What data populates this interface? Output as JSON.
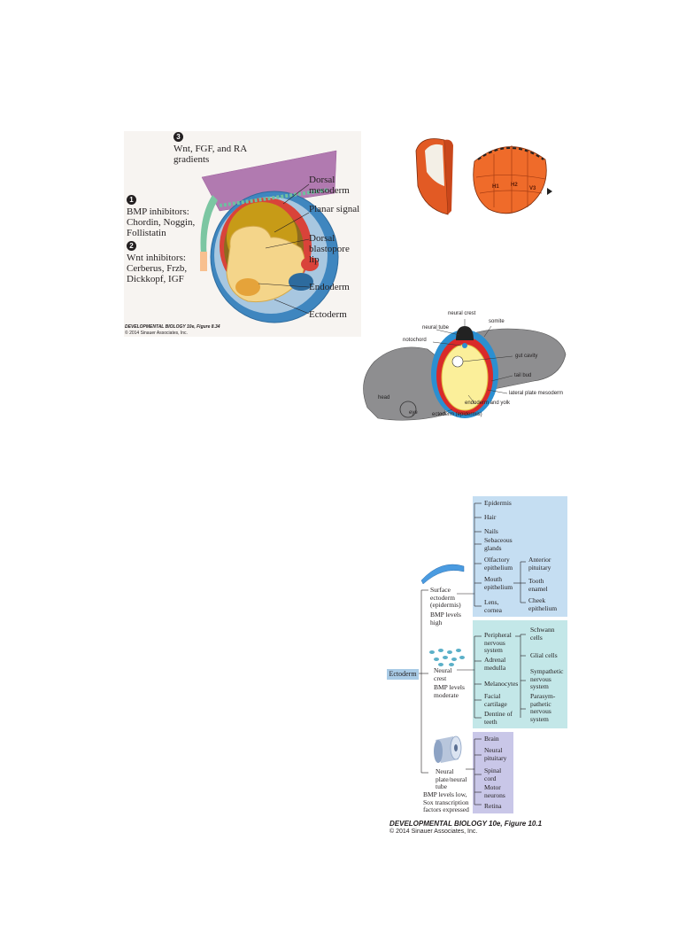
{
  "figure_1": {
    "item3_number": "3",
    "item3_label": "Wnt, FGF, and RA gradients",
    "item1_number": "1",
    "item1_label": "BMP inhibitors: Chordin, Noggin, Follistatin",
    "item2_number": "2",
    "item2_label": "Wnt inhibitors: Cerberus, Frzb, Dickkopf, IGF",
    "label_dorsal_mesoderm": "Dorsal mesoderm",
    "label_planar_signal": "Planar signal",
    "label_dorsal_blastopore_lip": "Dorsal blastopore lip",
    "label_endoderm": "Endoderm",
    "label_ectoderm": "Ectoderm",
    "credit_title": "DEVELOPMENTAL BIOLOGY 10e, Figure 8.34",
    "credit_copyright": "© 2014 Sinauer Associates, Inc."
  },
  "figure_2": {
    "labels": [
      "H1",
      "H2",
      "V3"
    ]
  },
  "figure_3": {
    "neural_crest": "neural crest",
    "somite": "somite",
    "neural_tube": "neural tube",
    "notochord": "notochord",
    "gut_cavity": "gut cavity",
    "tail_bud": "tail bud",
    "lateral_plate_mesoderm": "lateral plate mesoderm",
    "endoderm_and_yolk": "endoderm and yolk",
    "head": "head",
    "eye": "eye",
    "ectoderm_epidermis": "ectoderm (epidermis)"
  },
  "figure_4": {
    "root": "Ectoderm",
    "surface": {
      "name": "Surface ectoderm (epidermis)",
      "bmp": "BMP levels high",
      "items": [
        "Epidermis",
        "Hair",
        "Nails",
        "Sebaceous glands",
        "Olfactory epithelium",
        "Mouth epithelium",
        "Lens, cornea"
      ],
      "mouth_children": [
        "Anterior pituitary",
        "Tooth enamel",
        "Cheek epithelium"
      ]
    },
    "crest": {
      "name": "Neural crest",
      "bmp": "BMP levels moderate",
      "items": [
        "Peripheral nervous system",
        "Adrenal medulla",
        "Melanocytes",
        "Facial cartilage",
        "Dentine of teeth"
      ],
      "pns_children": [
        "Schwann cells",
        "Glial cells",
        "Sympathetic nervous system",
        "Parasym-pathetic nervous system"
      ]
    },
    "tube": {
      "name": "Neural plate/neural tube",
      "bmp": "BMP levels low, Sox transcription factors expressed",
      "items": [
        "Brain",
        "Neural pituitary",
        "Spinal cord",
        "Motor neurons",
        "Retina"
      ]
    },
    "credit_title": "DEVELOPMENTAL BIOLOGY 10e, Figure 10.1",
    "credit_copyright": "© 2014 Sinauer Associates, Inc.",
    "colors": {
      "surface_panel": "#c5def2",
      "crest_panel": "#c3e7e8",
      "tube_panel": "#c9c7e8",
      "root_box": "#a9cbe6"
    }
  }
}
